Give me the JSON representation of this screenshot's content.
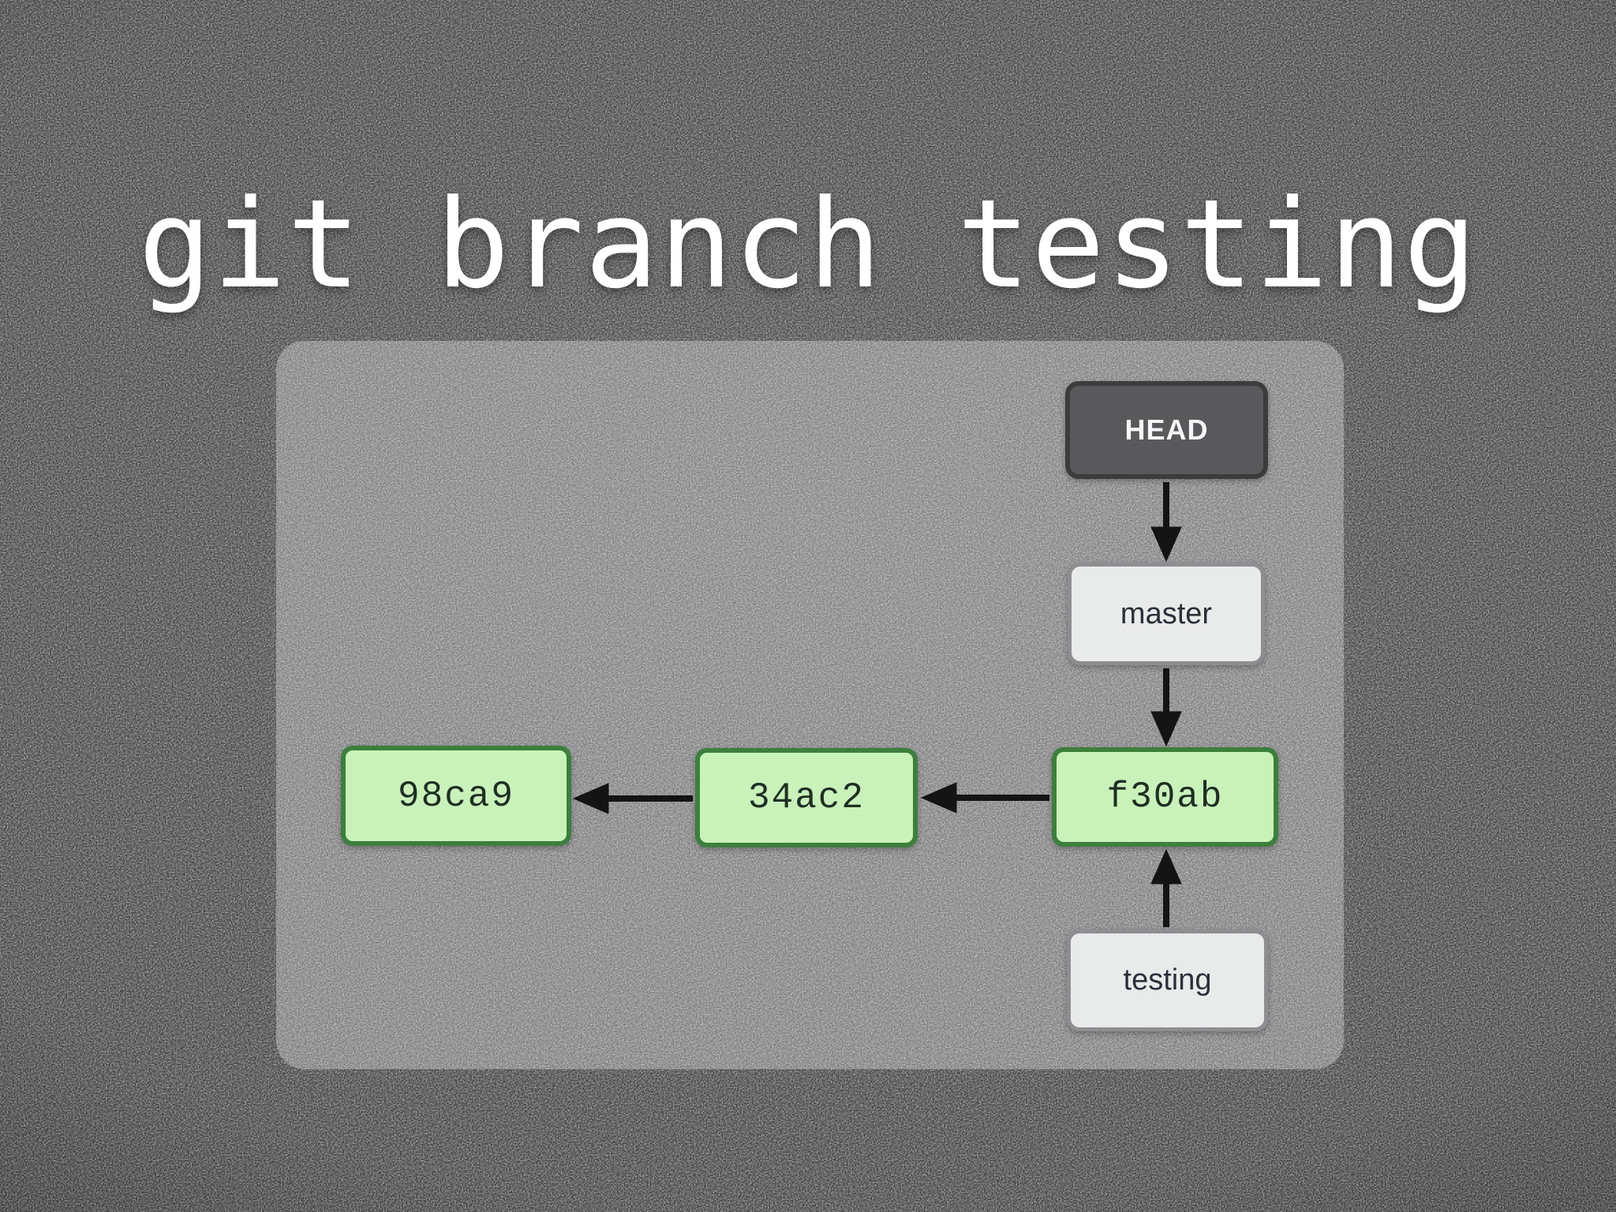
{
  "slide": {
    "title": "git branch testing"
  },
  "diagram": {
    "nodes": [
      {
        "id": "head",
        "label": "HEAD",
        "kind": "head-pointer"
      },
      {
        "id": "master",
        "label": "master",
        "kind": "branch"
      },
      {
        "id": "f30ab",
        "label": "f30ab",
        "kind": "commit"
      },
      {
        "id": "34ac2",
        "label": "34ac2",
        "kind": "commit"
      },
      {
        "id": "98ca9",
        "label": "98ca9",
        "kind": "commit"
      },
      {
        "id": "testing",
        "label": "testing",
        "kind": "branch"
      }
    ],
    "edges": [
      {
        "from": "HEAD",
        "to": "master",
        "direction": "down"
      },
      {
        "from": "master",
        "to": "f30ab",
        "direction": "down"
      },
      {
        "from": "testing",
        "to": "f30ab",
        "direction": "up"
      },
      {
        "from": "f30ab",
        "to": "34ac2",
        "direction": "left"
      },
      {
        "from": "34ac2",
        "to": "98ca9",
        "direction": "left"
      }
    ]
  },
  "colors": {
    "background": "#414143",
    "bg_center": "#4c4c4e",
    "panel": "rgba(255,255,255,0.30)",
    "title_text": "#ffffff",
    "commit_fill": "#c9f2ba",
    "commit_border": "#3c7f3c",
    "commit_text": "#1e2f23",
    "branch_fill": "#e9ebea",
    "branch_border": "#8e8e92",
    "branch_text": "#2b2f38",
    "head_fill": "#59595b",
    "head_border": "#3c3c3e",
    "head_text": "#f4f6f8",
    "arrow": "#141414"
  }
}
